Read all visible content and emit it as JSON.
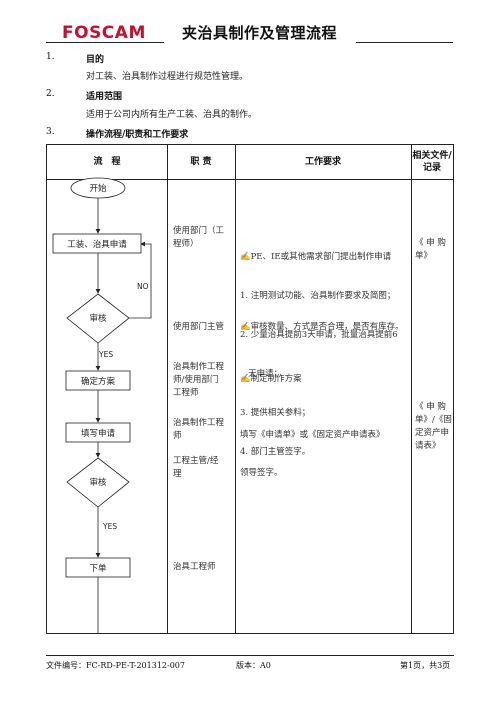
{
  "header": {
    "logo": "FOSCAM",
    "title": "夹治具制作及管理流程"
  },
  "sections": [
    {
      "num": "1.",
      "heading": "目的",
      "text": "对工装、治具制作过程进行规范性管理。"
    },
    {
      "num": "2.",
      "heading": "适用范围",
      "text": "适用于公司内所有生产工装、治具的制作。"
    },
    {
      "num": "3.",
      "heading": "操作流程/职责和工作要求",
      "text": ""
    }
  ],
  "table": {
    "headers": [
      "流　程",
      "职 责",
      "工作要求",
      "相关文件/记录"
    ],
    "flow": {
      "start": "开始",
      "request": "工装、治具申请",
      "review1": "审核",
      "plan": "确定方案",
      "fill": "填写申请",
      "review2": "审核",
      "order": "下单",
      "no": "NO",
      "yes1": "YES",
      "yes2": "YES"
    },
    "duties": [
      [
        "使用部门（工",
        "程师）"
      ],
      [
        "使用部门主管"
      ],
      [
        "治具制作工程",
        "师/使用部门",
        "工程师"
      ],
      [
        "治具制作工程",
        "师"
      ],
      [
        "工程主管/经",
        "理"
      ],
      [
        "治具工程师"
      ]
    ],
    "requirements": [
      [
        "✍PE、IE或其他需求部门提出制作申请",
        "1. 注明测试功能、治具制作要求及简图；",
        "2. 少量治具提前3天申请，批量治具提前6",
        "   天申请；",
        "3. 提供相关参料；",
        "4. 部门主管签字。"
      ],
      [
        "✍审核数量、方式是否合理，是否有库存。"
      ],
      [
        "✍制定制作方案"
      ],
      [
        "填写《申请单》或《固定资产申请表》"
      ],
      [
        "领导签字。"
      ]
    ],
    "records": [
      [
        "《 申 购",
        "单》"
      ],
      [
        "《 申 购",
        "单》/《固",
        "定资产申",
        "请表》"
      ]
    ]
  },
  "footer": {
    "doc_no": "文件编号：FC-RD-PE-T-201312-007",
    "version": "版本：A0",
    "page": "第1页，共3页"
  }
}
